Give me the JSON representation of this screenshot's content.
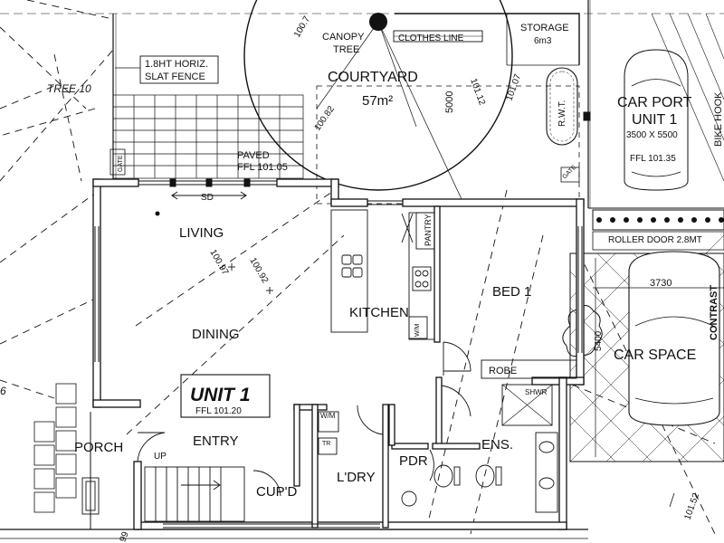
{
  "colors": {
    "ink": "#111111",
    "wall_fill": "#ffffff",
    "paper": "#ffffff"
  },
  "labels": {
    "tree10": "TREE 10",
    "fence1": "1.8HT HORIZ.",
    "fence2": "SLAT FENCE",
    "canopy1": "CANOPY",
    "canopy2": "TREE",
    "lvl_100_7": "100.7",
    "clothes_line": "CLOTHES LINE",
    "storage": "STORAGE",
    "storage_vol": "6m3",
    "courtyard": "COURTYARD",
    "courtyard_area": "57m²",
    "dim_5000": "5000",
    "lvl_101_12": "101.12",
    "lvl_101_07": "101.07",
    "rwt": "R.W.T.",
    "lvl_100_82": "100.82",
    "carport1": "CAR PORT",
    "carport2": "UNIT 1",
    "carport_dim": "3500 X 5500",
    "carport_ffl": "FFL 101.35",
    "bike_hook": "BIKE HOOK",
    "gate1": "GATE",
    "gate2": "GATE",
    "paved": "PAVED",
    "paved_ffl": "FFL 101.05",
    "sd": "SD",
    "living": "LIVING",
    "lvl_100_97": "100.97",
    "lvl_100_92": "100.92",
    "pantry": "PANTRY",
    "kitchen": "KITCHEN",
    "wm_k": "W/M",
    "bed1": "BED 1",
    "roller_door": "ROLLER DOOR 2.8MT",
    "dim_3730": "3730",
    "contrast": "CONTRAST",
    "dim_5400": "5400",
    "car_space": "CAR SPACE",
    "dining": "DINING",
    "robe": "ROBE",
    "unit1": "UNIT 1",
    "unit1_ffl": "FFL 101.20",
    "shwr": "SHWR",
    "edge_6": "6",
    "porch": "PORCH",
    "up": "UP",
    "entry": "ENTRY",
    "wm_l": "W/M",
    "tr": "TR",
    "pdr": "PDR",
    "ens": "ENS.",
    "cupd": "CUP'D",
    "ldry": "L'DRY",
    "lvl_101_52": "101.52",
    "edge_99": "99"
  }
}
